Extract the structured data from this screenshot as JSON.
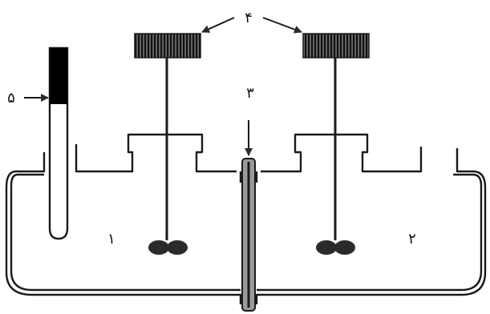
{
  "labels": {
    "chamber_left": "۱",
    "chamber_right": "۲",
    "membrane": "۳",
    "stirrers": "۴",
    "electrode": "۵"
  },
  "colors": {
    "stroke": "#1a1a1a",
    "motor_fill": "#2b2b2b",
    "electrode_tip": "#000000",
    "membrane_fill": "#9a9a9a",
    "background": "#ffffff"
  }
}
